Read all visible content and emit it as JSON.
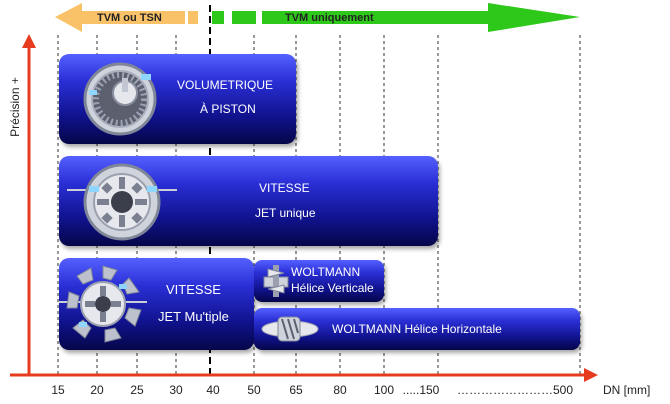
{
  "banner": {
    "left_label": "TVM ou TSN",
    "right_label": "TVM uniquement",
    "left_color": "#f9c268",
    "right_color": "#2ec81a"
  },
  "axes": {
    "y_label": "Précision +",
    "x_label": "DN [mm]",
    "axis_color": "#e63b1e",
    "ticks": [
      "15",
      "20",
      "25",
      "30",
      "40",
      "50",
      "65",
      "80",
      "100",
      ".....150",
      "……………………500"
    ]
  },
  "bars": {
    "piston": {
      "line1": "VOLUMETRIQUE",
      "line2": "À PISTON",
      "icon": "piston-meter-icon"
    },
    "jet_unique": {
      "line1": "VITESSE",
      "line2": "JET unique",
      "icon": "single-jet-meter-icon"
    },
    "jet_multiple": {
      "line1": "VITESSE",
      "line2": "JET Mu'tiple",
      "icon": "multi-jet-meter-icon"
    },
    "woltmann_v": {
      "line1": "WOLTMANN",
      "line2": "Hélice Verticale",
      "icon": "vertical-helix-icon"
    },
    "woltmann_h": {
      "line1": "WOLTMANN  Hélice Horizontale",
      "icon": "horizontal-helix-icon"
    }
  },
  "colors": {
    "bar_dark": "#0b0c7a",
    "bar_light": "#4a52ff"
  }
}
